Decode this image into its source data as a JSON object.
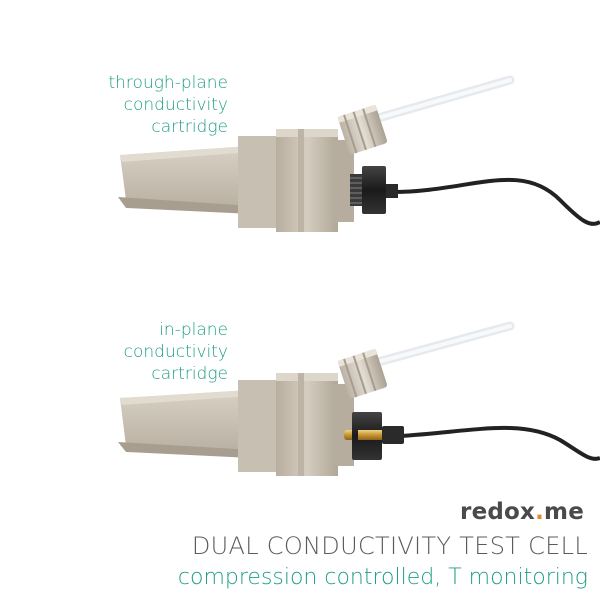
{
  "captions": {
    "top": [
      "through-plane",
      "conductivity",
      "cartridge"
    ],
    "bottom": [
      "in-plane",
      "conductivity",
      "cartridge"
    ]
  },
  "brand": {
    "name_part1": "redox",
    "name_mark": ".",
    "name_part2": "me"
  },
  "headline": "DUAL CONDUCTIVITY TEST CELL",
  "subline": "compression controlled, T monitoring",
  "colors": {
    "accent": "#1f9e86",
    "body_beige": "#c9c1b4",
    "body_dark": "#b3aa9c",
    "cable": "#222222",
    "connector_gold": "#d3a64a",
    "brand_dot": "#e08a2a"
  }
}
